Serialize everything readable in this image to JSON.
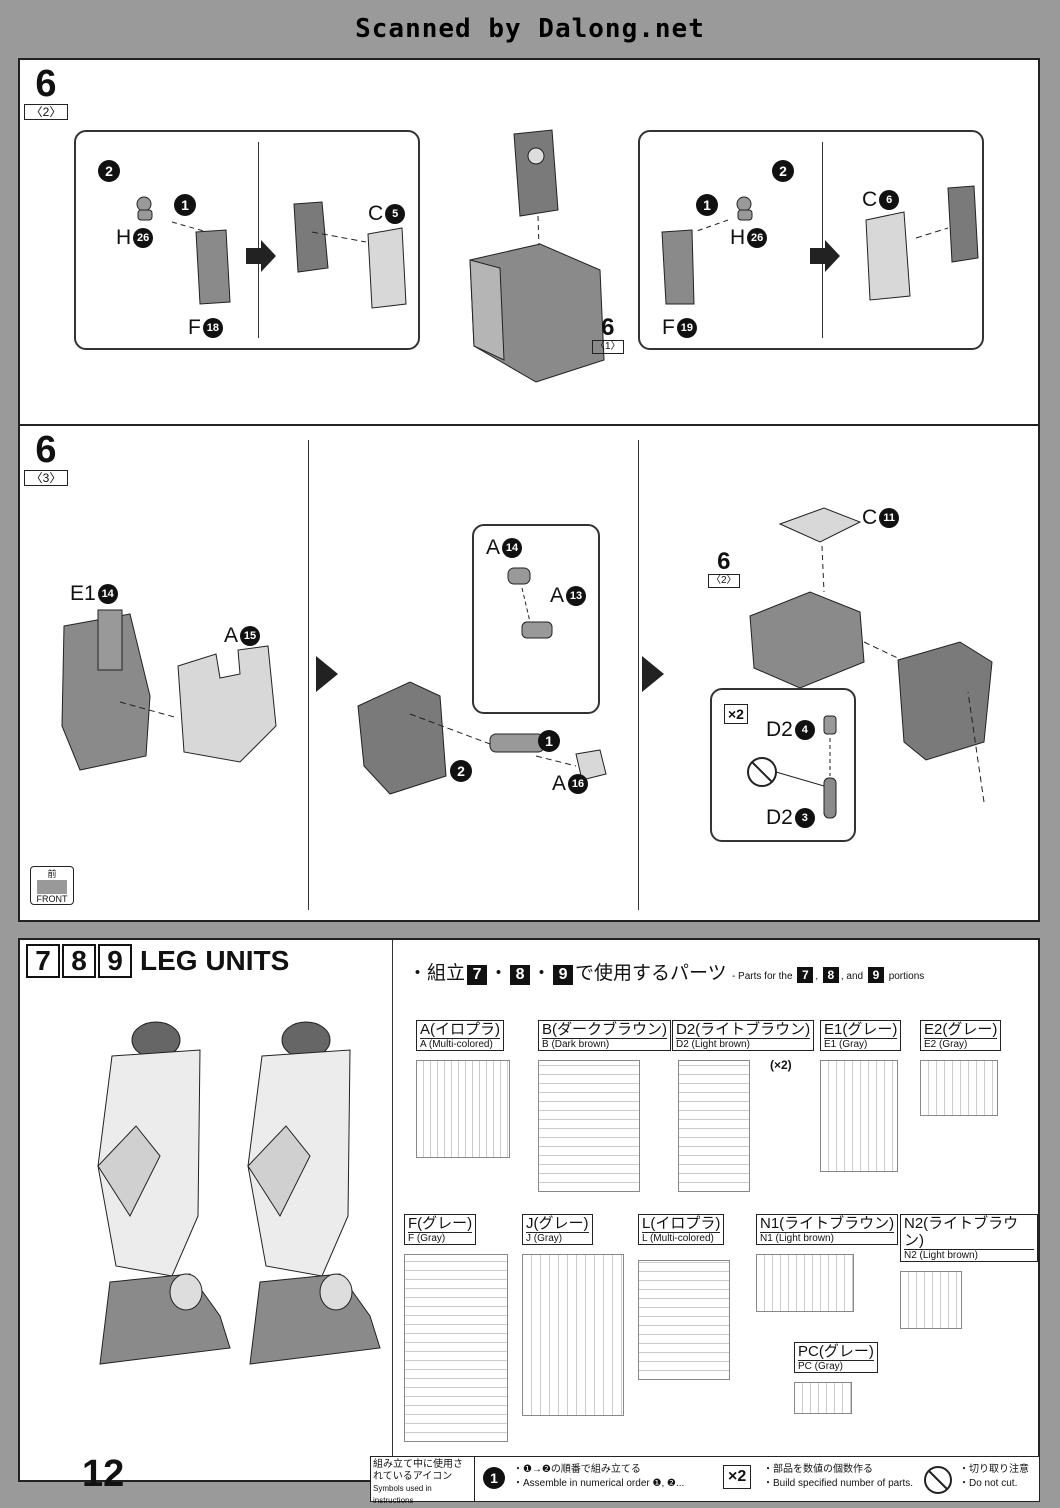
{
  "watermark": "Scanned by Dalong.net",
  "step_6_2": {
    "number": "6",
    "sub": "〈2〉",
    "left_callout": {
      "h_label": "H",
      "h_num": "26",
      "f_label": "F",
      "f_num": "18",
      "c_label": "C",
      "c_num": "5",
      "bullet1": "1",
      "bullet2": "2"
    },
    "right_callout": {
      "h_label": "H",
      "h_num": "26",
      "f_label": "F",
      "f_num": "19",
      "c_label": "C",
      "c_num": "6",
      "bullet1": "1",
      "bullet2": "2"
    },
    "ref_number": "6",
    "ref_sub": "〈1〉"
  },
  "step_6_3": {
    "number": "6",
    "sub": "〈3〉",
    "panel1": {
      "e1_label": "E1",
      "e1_num": "14",
      "a_label": "A",
      "a_num": "15"
    },
    "panel2": {
      "a14_label": "A",
      "a14_num": "14",
      "a13_label": "A",
      "a13_num": "13",
      "a16_label": "A",
      "a16_num": "16",
      "bullet1": "1",
      "bullet2": "2"
    },
    "panel3": {
      "c_label": "C",
      "c_num": "11",
      "ref_number": "6",
      "ref_sub": "〈2〉",
      "x2": "×2",
      "d24_label": "D2",
      "d24_num": "4",
      "d23_label": "D2",
      "d23_num": "3"
    },
    "front_label": "FRONT",
    "front_jp": "前"
  },
  "leg_units": {
    "digits": [
      "7",
      "8",
      "9"
    ],
    "title": "LEG UNITS",
    "parts_heading_jp_prefix": "・組立",
    "parts_heading_jp_mid": "・",
    "parts_heading_jp_suffix": "で使用するパーツ",
    "parts_heading_en_prefix": "- Parts for the",
    "parts_heading_en_and": ", and",
    "parts_heading_en_suffix": "portions",
    "runners": [
      {
        "jp": "A(イロプラ)",
        "en": "A (Multi-colored)",
        "qty": ""
      },
      {
        "jp": "B(ダークブラウン)",
        "en": "B (Dark brown)",
        "qty": ""
      },
      {
        "jp": "D2(ライトブラウン)",
        "en": "D2 (Light brown)",
        "qty": "(×2)"
      },
      {
        "jp": "E1(グレー)",
        "en": "E1 (Gray)",
        "qty": ""
      },
      {
        "jp": "E2(グレー)",
        "en": "E2 (Gray)",
        "qty": ""
      },
      {
        "jp": "F(グレー)",
        "en": "F (Gray)",
        "qty": ""
      },
      {
        "jp": "J(グレー)",
        "en": "J (Gray)",
        "qty": ""
      },
      {
        "jp": "L(イロプラ)",
        "en": "L (Multi-colored)",
        "qty": ""
      },
      {
        "jp": "N1(ライトブラウン)",
        "en": "N1 (Light brown)",
        "qty": ""
      },
      {
        "jp": "N2(ライトブラウン)",
        "en": "N2 (Light brown)",
        "qty": ""
      },
      {
        "jp": "PC(グレー)",
        "en": "PC (Gray)",
        "qty": ""
      }
    ]
  },
  "footer": {
    "page_number": "12",
    "icons_jp": "組み立て中に使用されているアイコン",
    "icons_en": "Symbols used in instructions",
    "order_jp": "・❶→❷の順番で組み立てる",
    "order_en": "・Assemble in numerical order ❶, ❷...",
    "x2": "×2",
    "count_jp": "・部品を数値の個数作る",
    "count_en": "・Build specified number of parts.",
    "cut_jp": "・切り取り注意",
    "cut_en": "・Do not cut."
  }
}
